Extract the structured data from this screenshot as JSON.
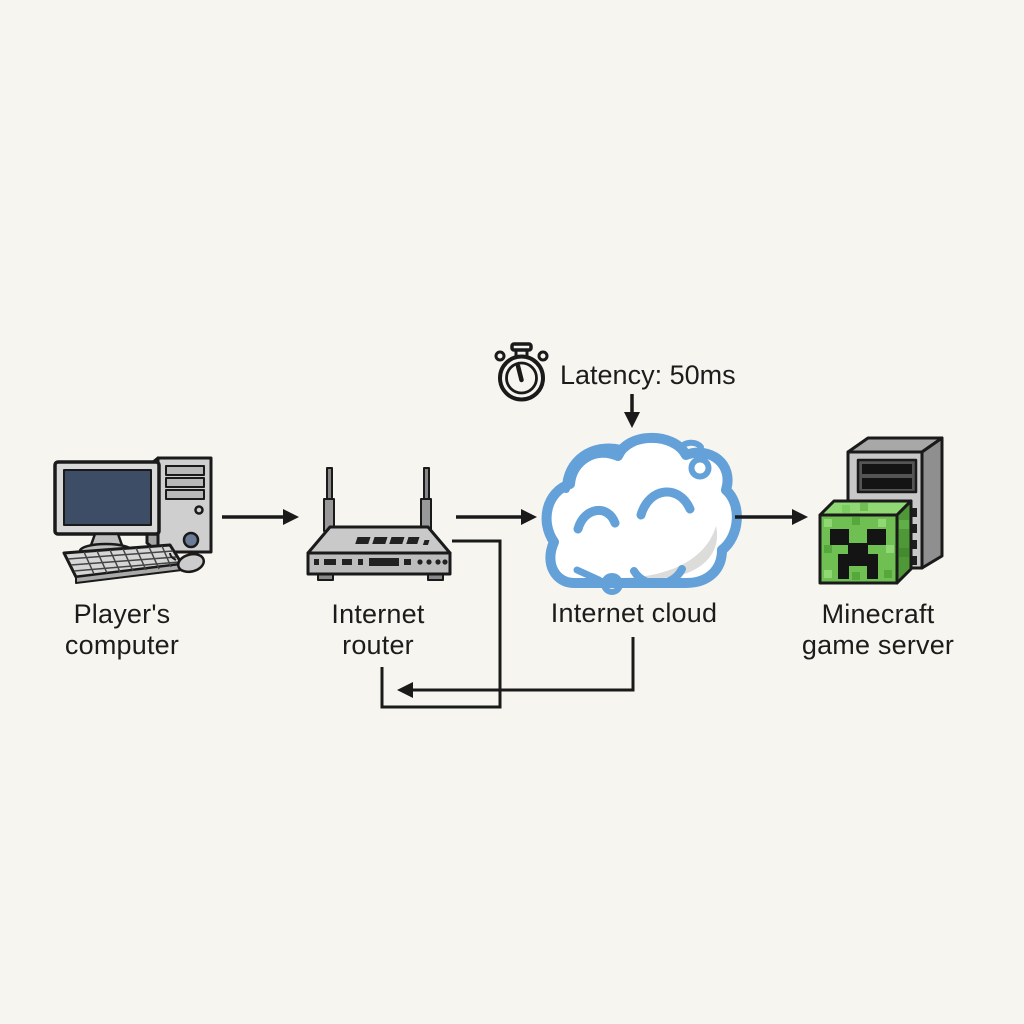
{
  "canvas": {
    "background": "#f7f5f0",
    "ink": "#1a1a1a"
  },
  "nodes": {
    "computer": {
      "icon": "desktop-computer-icon",
      "label_lines": [
        "Player's",
        "computer"
      ]
    },
    "router": {
      "icon": "wifi-router-icon",
      "label_lines": [
        "Internet",
        "router"
      ]
    },
    "cloud": {
      "icon": "internet-cloud-icon",
      "label_lines": [
        "Internet cloud"
      ]
    },
    "server": {
      "icon": "minecraft-server-icon",
      "label_lines": [
        "Minecraft",
        "game server"
      ]
    }
  },
  "latency": {
    "icon": "stopwatch-icon",
    "label": "Latency: 50ms"
  },
  "flow": {
    "forward_arrows": [
      "computer-to-router",
      "router-to-cloud",
      "cloud-to-server"
    ],
    "return_arrow": "cloud-to-router-return",
    "latency_pointer": "latency-down-arrow"
  },
  "colors": {
    "cloud_blue": "#63a1d8",
    "cloud_shadow": "#dcdcda",
    "creeper_green": "#6fbf53",
    "creeper_green_light": "#8fd874",
    "creeper_green_dark": "#4e9838",
    "screen_navy": "#3e4d66",
    "device_gray": "#c9c9c9",
    "line_black": "#1a1a1a"
  }
}
